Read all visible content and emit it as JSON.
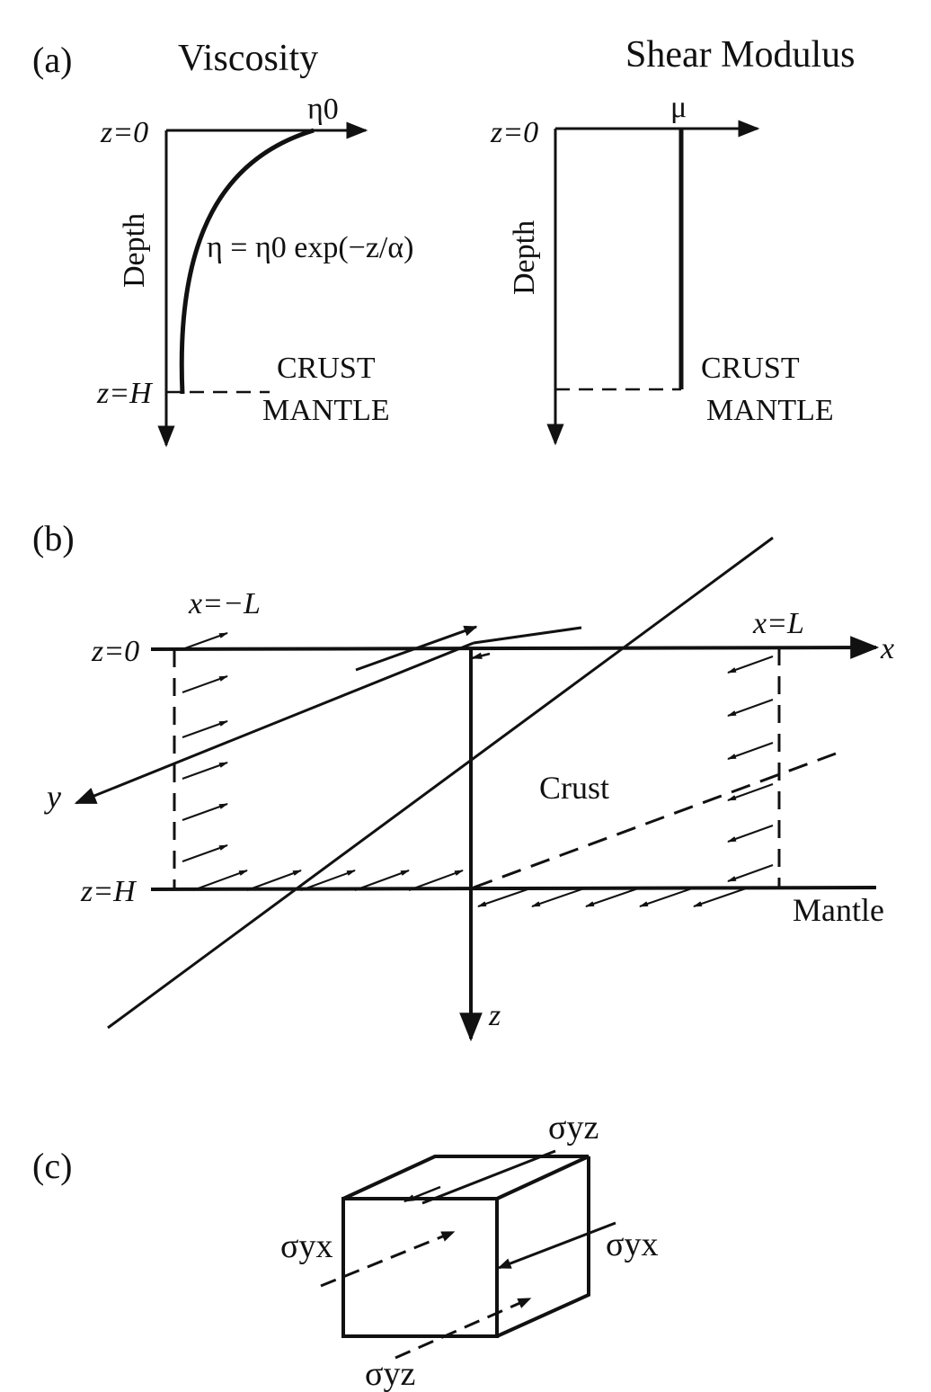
{
  "panel_a": {
    "label": "(a)",
    "viscosity": {
      "title": "Viscosity",
      "top_label": "z=0",
      "bottom_label": "z=H",
      "axis_label": "Depth",
      "curve_top_label": "η0",
      "equation": "η = η0 exp(−z/α)",
      "crust": "CRUST",
      "mantle": "MANTLE"
    },
    "shear": {
      "title": "Shear Modulus",
      "top_label": "z=0",
      "axis_label": "Depth",
      "line_label": "μ",
      "crust": "CRUST",
      "mantle": "MANTLE"
    }
  },
  "panel_b": {
    "label": "(b)",
    "left_label": "x=−L",
    "right_label": "x=L",
    "top_label": "z=0",
    "bottom_label": "z=H",
    "x_axis": "x",
    "y_axis": "y",
    "z_axis": "z",
    "crust": "Crust",
    "mantle": "Mantle"
  },
  "panel_c": {
    "label": "(c)",
    "sigma_yz_top": "σyz",
    "sigma_yx_left": "σyx",
    "sigma_yx_right": "σyx",
    "sigma_yz_bottom": "σyz"
  }
}
